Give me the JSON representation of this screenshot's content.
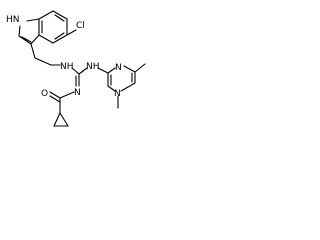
{
  "molecule": {
    "labels": {
      "indole_nh": "HN",
      "chloro": "Cl",
      "amine_left": "NH",
      "amine_right": "NH",
      "imine_n": "N",
      "carbonyl_o": "O",
      "pyrimidine_n1": "N",
      "pyrimidine_n2": "N"
    }
  }
}
